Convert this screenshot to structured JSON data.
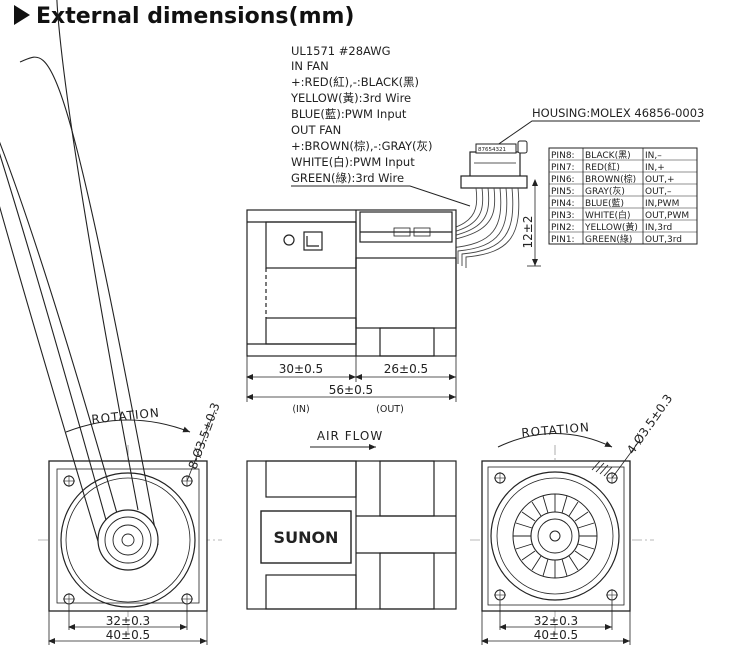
{
  "heading": "External dimensions(mm)",
  "wire_notes": {
    "line1": "UL1571  #28AWG",
    "line2": "IN FAN",
    "line3": "+:RED(紅),-:BLACK(黑)",
    "line4": "YELLOW(黃):3rd  Wire",
    "line5": "BLUE(藍):PWM  Input",
    "line6": "OUT FAN",
    "line7": "+:BROWN(棕),-:GRAY(灰)",
    "line8": "WHITE(白):PWM  Input",
    "line9": "GREEN(綠):3rd  Wire"
  },
  "housing_label": "HOUSING:MOLEX  46856-0003",
  "connector_pins_label": "87654321",
  "lead_length": "12±2",
  "pins": [
    {
      "pin": "PIN8:",
      "color": "BLACK(黑)",
      "func": "IN,–"
    },
    {
      "pin": "PIN7:",
      "color": "RED(紅)",
      "func": "IN,+"
    },
    {
      "pin": "PIN6:",
      "color": "BROWN(棕)",
      "func": "OUT,+"
    },
    {
      "pin": "PIN5:",
      "color": "GRAY(灰)",
      "func": "OUT,–"
    },
    {
      "pin": "PIN4:",
      "color": "BLUE(藍)",
      "func": "IN,PWM"
    },
    {
      "pin": "PIN3:",
      "color": "WHITE(白)",
      "func": "OUT,PWM"
    },
    {
      "pin": "PIN2:",
      "color": "YELLOW(黃)",
      "func": "IN,3rd"
    },
    {
      "pin": "PIN1:",
      "color": "GREEN(綠)",
      "func": "OUT,3rd"
    }
  ],
  "dims": {
    "in_depth": "30±0.5",
    "out_depth": "26±0.5",
    "total_depth": "56±0.5",
    "in_tag": "(IN)",
    "out_tag": "(OUT)",
    "hole_spacing": "32±0.3",
    "frame_width": "40±0.5",
    "left_holes": "8-Ø3.5±0.3",
    "right_holes": "4-Ø3.5±0.3"
  },
  "rotation_left": "ROTATION",
  "rotation_right": "ROTATION",
  "airflow": "AIR  FLOW",
  "brand": "SUNON"
}
